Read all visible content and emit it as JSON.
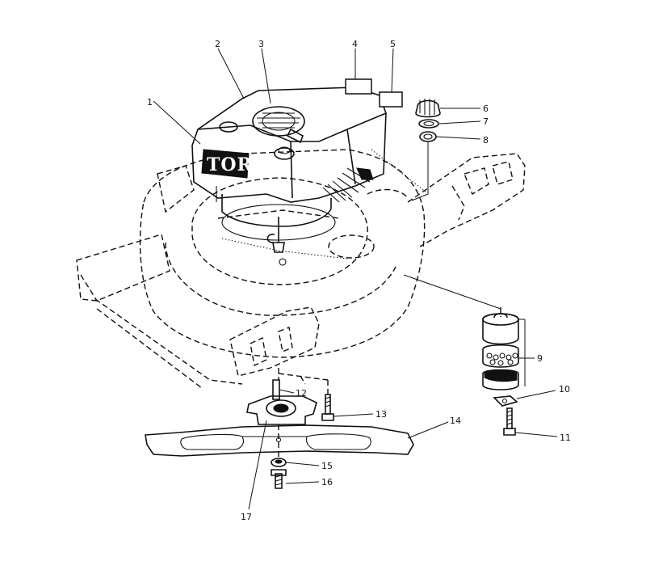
{
  "diagram": {
    "brand_label": "TORO",
    "callouts": [
      {
        "id": "1",
        "label": "1"
      },
      {
        "id": "2",
        "label": "2"
      },
      {
        "id": "3",
        "label": "3"
      },
      {
        "id": "4",
        "label": "4"
      },
      {
        "id": "5",
        "label": "5"
      },
      {
        "id": "6",
        "label": "6"
      },
      {
        "id": "7",
        "label": "7"
      },
      {
        "id": "8",
        "label": "8"
      },
      {
        "id": "9",
        "label": "9"
      },
      {
        "id": "10",
        "label": "10"
      },
      {
        "id": "11",
        "label": "11"
      },
      {
        "id": "12",
        "label": "12"
      },
      {
        "id": "13",
        "label": "13"
      },
      {
        "id": "14",
        "label": "14"
      },
      {
        "id": "15",
        "label": "15"
      },
      {
        "id": "16",
        "label": "16"
      },
      {
        "id": "17",
        "label": "17"
      }
    ]
  }
}
